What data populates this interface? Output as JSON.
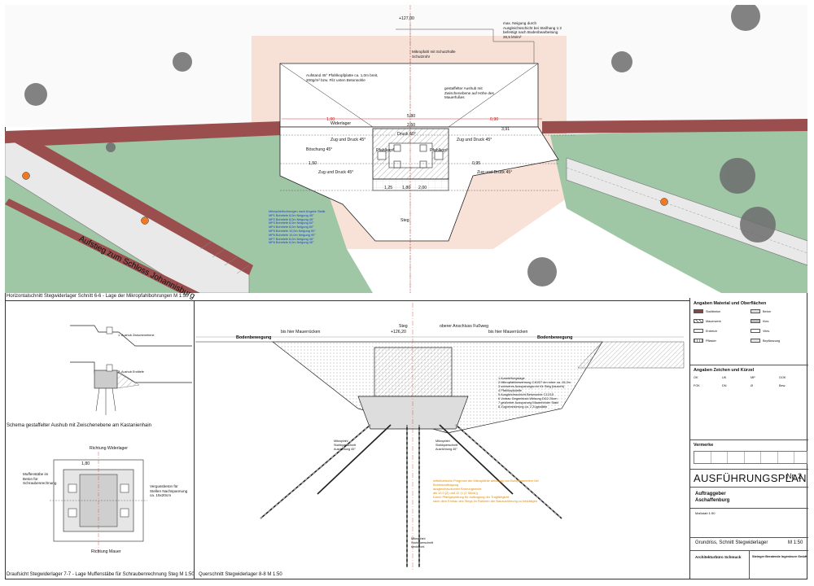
{
  "colors": {
    "grass": "#9fc7a5",
    "grass_dark": "#7aa788",
    "road": "#9a4e4e",
    "excavation": "#f6d9cc",
    "tree": "#6c6c6c",
    "marker": "#f07a24",
    "blue_text": "#1f3ccf",
    "orange_text": "#e08a00",
    "red_text": "#cc1010"
  },
  "plan": {
    "caption": "Horizontalschnitt Stegwiderlager Schnitt 6-6 - Lage der Mikropfahlbohrungen M 1:50",
    "road_label": "Aufstieg zum Schloss Johannisburg",
    "labels": {
      "boeschung": "Böschung 45°",
      "widerlager": "Widerlager",
      "zug_druck": "Zug und Druck 45°",
      "pfahl": "Pfahlkopf",
      "druck": "Druck 60°",
      "dim_580": "5,80",
      "dim_391": "3,91",
      "dim_250": "2,50",
      "dim_150": "1,50",
      "dim_125": "1,25",
      "dim_180": "1,80",
      "dim_200": "2,00",
      "dim_100": "1,00",
      "dim_095": "0,95",
      "dim_090": "0,90",
      "ok_top": "+127,00",
      "steg": "Steg"
    },
    "notes": {
      "top_right": "max. Neigung durch Ausgleichsschicht bei Steilhang 1:2 befestigt nach Bodenbearbeitung 26,5 kN/m²",
      "top_mid": "Mikropfahl mit Schutzhülle Schutzrohr",
      "center": "Aufstand 45° Pfahlkopfplatte ca. 1,0m breit, 200g/m² bzw. Filz unten Betonsohle",
      "right_mid": "gestaffelter Aushub mit Zwischenebene auf Höhe des Mauerfußes",
      "blue_list": "Mikropfahlbohrungen nach Angabe Statik\nMP1 Bohrtiefe 8,0m Neigung 45°\nMP2 Bohrtiefe 8,0m Neigung 45°\nMP3 Bohrtiefe 8,0m Neigung 60°\nMP4 Bohrtiefe 8,0m Neigung 60°\nMP5 Bohrtiefe 10,0m Neigung 90°\nMP6 Bohrtiefe 10,0m Neigung 90°\nMP7 Bohrtiefe 8,0m Neigung 45°\nMP8 Bohrtiefe 8,0m Neigung 45°"
    }
  },
  "schema": {
    "caption": "Schema gestaffelter Aushub mit Zwischenebene am Kastanienhain",
    "note1": "1. Aushub Zwischenebene",
    "note2": "2. Aushub Endtiefe"
  },
  "draufsicht": {
    "caption": "Draufsicht Stegwiderlager 7-7 - Lage Muffenstäbe für Schraubenrechnung Steg M 1:50",
    "label_top": "Richtung Widerlager",
    "label_left": "Muffenstäbe im Beton für Schraubenrechnung",
    "label_right": "Vergussbeton für Stellen Nachspannung ca. 15x20cm",
    "label_bottom": "Richtung Mauer",
    "dim": "1,80"
  },
  "querschnitt": {
    "caption": "Querschnitt Stegwiderlager 8-8 M 1:50",
    "left_label": "bis hier Mauerrücken",
    "left_label2": "Bodenbewegung",
    "right_label": "bis hier Mauerrücken",
    "right_label2": "Bodenbewegung",
    "top_label": "oberer Anschluss Fußweg",
    "steg_label": "Steg",
    "elev": "+126,20",
    "spec_list": "1 Aussteifungslage\n2 Mikropfahlbewehrung C40/27 dm roher ca. 15,2m\n3 schweres Aussparungsrohr für Steg (tauscht)\n4 Pfahlkopfplatte\n5 Ausgleichsschicht Betonsohle C12/15\n6 Vorbau Gegenblock Wirkung DG2 20cm\n7 gekörnter Aussparung Mauerbinder Stahl\n8 Zugverankerung ca. 2 Zugsstäbe",
    "orange_note": "mittelbarische Prognose der Mikropfähle abhängig von Bohrparametern bei Bohrbeauftragung\nausgleichsvolumen Bohrungsende\nals 10,0 (2) und 12 (1 (2 Stück))\nDurch Pfahlgeprüfung für Auftragung der Tragfähigkeit\nnach dem Einbau des Stegs im Rahmen der Bauausführung zu bestätigen",
    "mp_left": "Mikropfahl\nStahlquerschnitt\nAusrichtung 45°",
    "mp_center": "Mikropfahl\nStahlquerschnitt\nsenkrecht",
    "mp_right": "Mikropfahl\nStahlquerschnitt\nAusrichtung 45°"
  },
  "titleblock": {
    "h_material": "Angaben Material und Oberflächen",
    "h_zeichen": "Angaben Zeichen und Kürzel",
    "h_vermerk": "Vermerke",
    "plan_type": "AUSFÜHRUNGSPLAN",
    "plan_no_label": "Nr. 2",
    "client1": "Auftraggeber",
    "client2": "Aschaffenburg",
    "scale_line": "Maßstab 1:50",
    "sheet_title": "Grundriss, Schnitt Stegwiderlager",
    "sheet_scale": "M 1:50",
    "arch_title": "Architekturbüro Schmuck",
    "eng_title": "Steinger Beratende Ingenieure GmbH",
    "mat_items": [
      "Stahlbeton",
      "Beton",
      "Mauerwerk",
      "Kies",
      "Erdreich",
      "Vlies",
      "Pflaster",
      "Bepflanzung"
    ],
    "sym_items": [
      "OK",
      "UK",
      "MP",
      "GOK",
      "FOK",
      "DN",
      "Ø",
      "Bew."
    ]
  }
}
